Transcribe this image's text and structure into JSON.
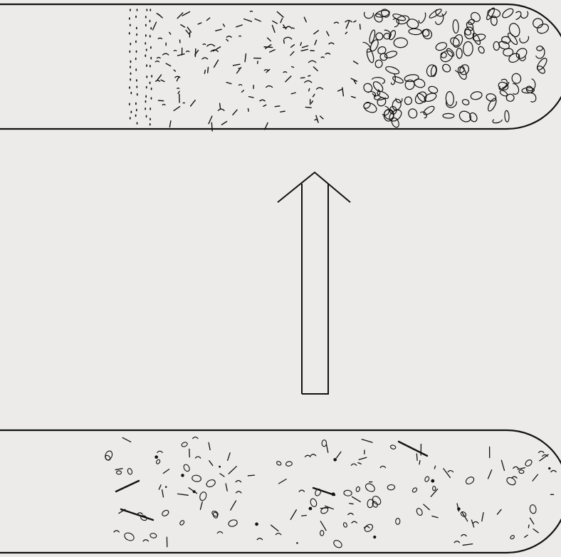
{
  "figure": {
    "background": "#ecebea",
    "ink": "#111111",
    "panels": [
      {
        "name": "top-tube",
        "role": "after",
        "description_free": true,
        "regions": [
          {
            "name": "sparse-dots",
            "density": "low",
            "mark": "dot"
          },
          {
            "name": "fine-fragments",
            "density": "medium",
            "mark": "dash"
          },
          {
            "name": "dense-rings",
            "density": "high",
            "mark": "ring"
          }
        ]
      },
      {
        "name": "bottom-tube",
        "role": "before",
        "regions": [
          {
            "name": "mixed-fragments",
            "density": "medium",
            "mark": "mixed"
          }
        ]
      }
    ],
    "arrow": {
      "direction": "up",
      "style": "hollow"
    }
  }
}
